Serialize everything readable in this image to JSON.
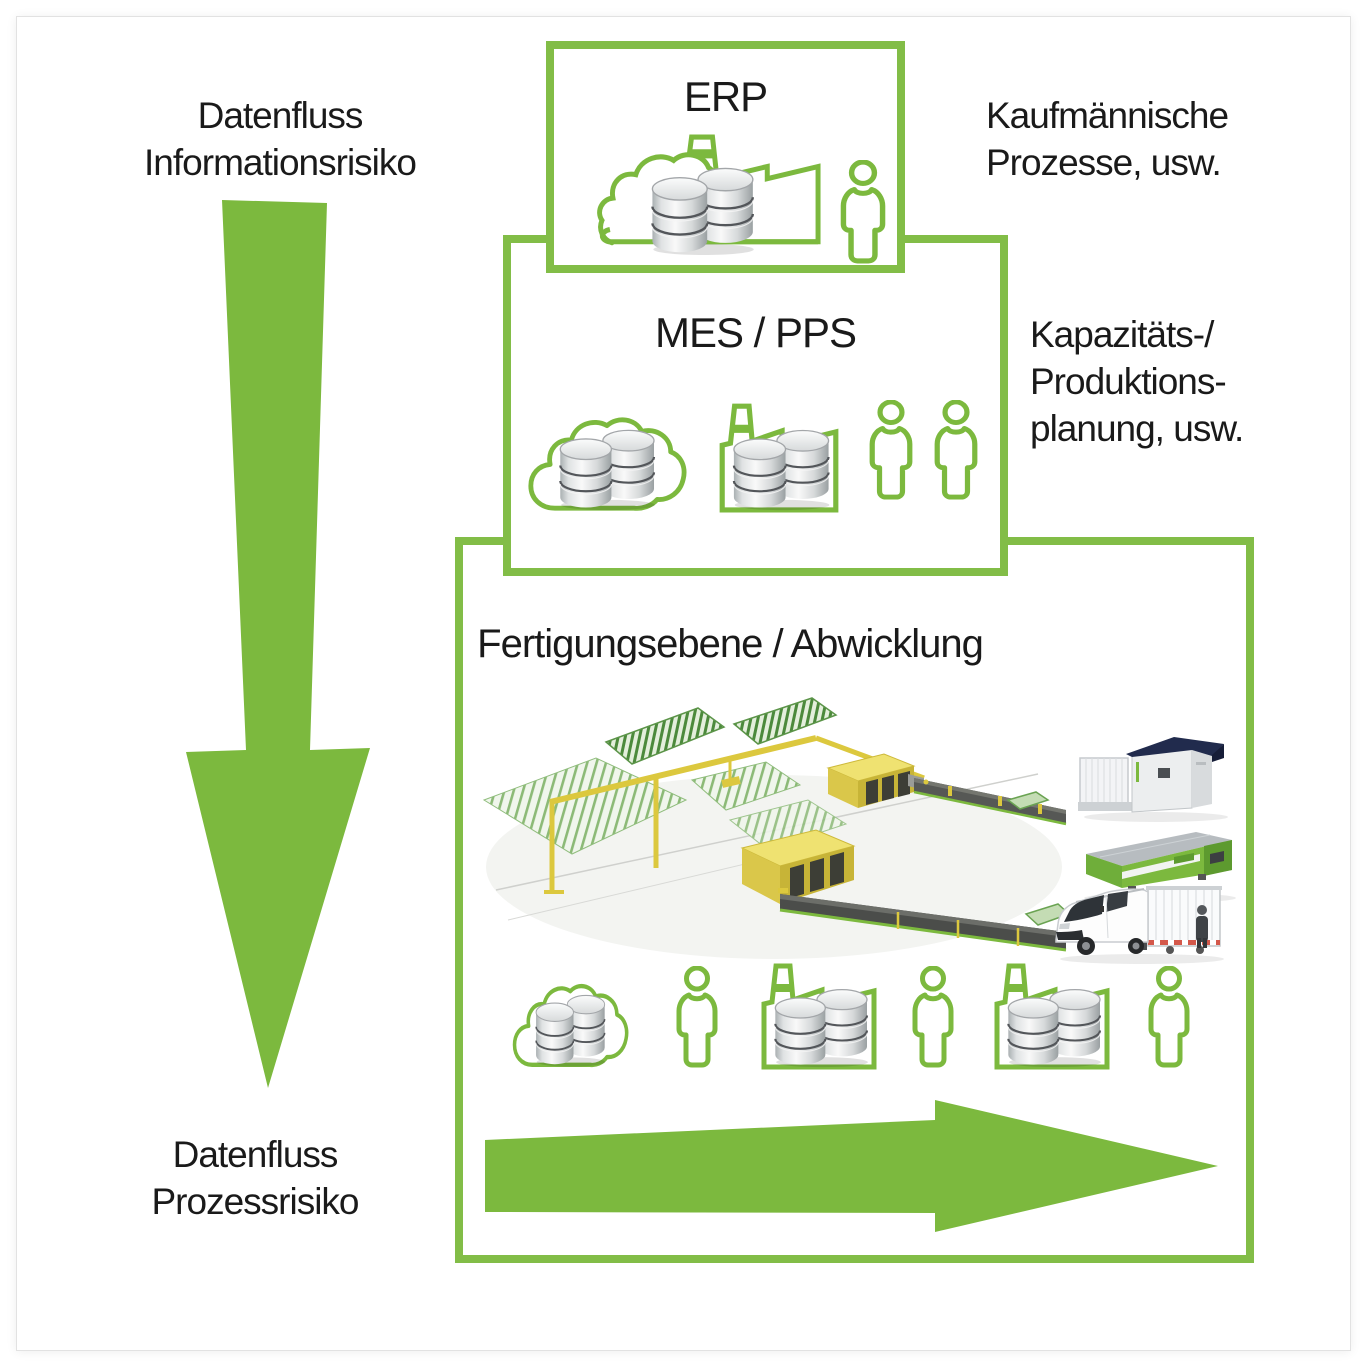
{
  "colors": {
    "green_fill": "#7cb93e",
    "green_border": "#82bd47",
    "text": "#1a1a1a"
  },
  "flow_labels": {
    "top": [
      "Datenfluss",
      "Informationsrisiko"
    ],
    "bottom": [
      "Datenfluss",
      "Prozessrisiko"
    ]
  },
  "levels": {
    "erp": {
      "title": "ERP",
      "annotation": [
        "Kaufmännische",
        "Prozesse, usw."
      ],
      "icons": [
        "cloud-factory-database-icon",
        "person-icon"
      ]
    },
    "mes": {
      "title": "MES / PPS",
      "annotation": [
        "Kapazitäts-/",
        "Produktions-",
        "planung, usw."
      ],
      "icons": [
        "cloud-database-icon",
        "factory-database-icon",
        "person-icon",
        "person-icon"
      ]
    },
    "shopfloor": {
      "title": "Fertigungsebene / Abwicklung",
      "icons": [
        "cloud-database-icon",
        "person-icon",
        "factory-database-icon",
        "person-icon",
        "factory-database-icon",
        "person-icon"
      ],
      "images": [
        "glass-production-line",
        "vertical-glass-processing-machine",
        "glass-cutting-table",
        "delivery-van-with-glass-rack"
      ]
    }
  }
}
